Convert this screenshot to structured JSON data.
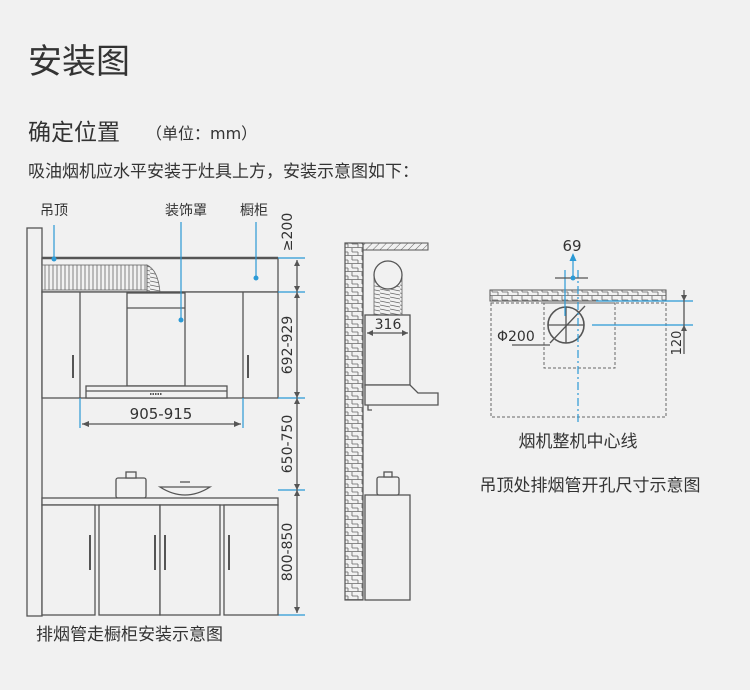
{
  "title": "安装图",
  "section": {
    "heading": "确定位置",
    "unit": "（单位：mm）",
    "description": "吸油烟机应水平安装于灶具上方，安装示意图如下："
  },
  "diagram_left": {
    "labels": {
      "ceiling": "吊顶",
      "cover": "装饰罩",
      "cabinet": "橱柜"
    },
    "dims": {
      "top_gap": "≥200",
      "cover_height": "692-929",
      "hood_to_stove": "650-750",
      "counter_height": "800-850",
      "cabinet_width": "905-915"
    },
    "caption": "排烟管走橱柜安装示意图"
  },
  "diagram_middle": {
    "dims": {
      "cover_width": "316"
    }
  },
  "diagram_right": {
    "dims": {
      "offset": "69",
      "diameter": "Φ200",
      "depth": "120"
    },
    "centerline_label": "烟机整机中心线",
    "caption": "吊顶处排烟管开孔尺寸示意图"
  },
  "colors": {
    "accent": "#2b9ad6",
    "line": "#555555",
    "background": "#f1f1f1"
  }
}
